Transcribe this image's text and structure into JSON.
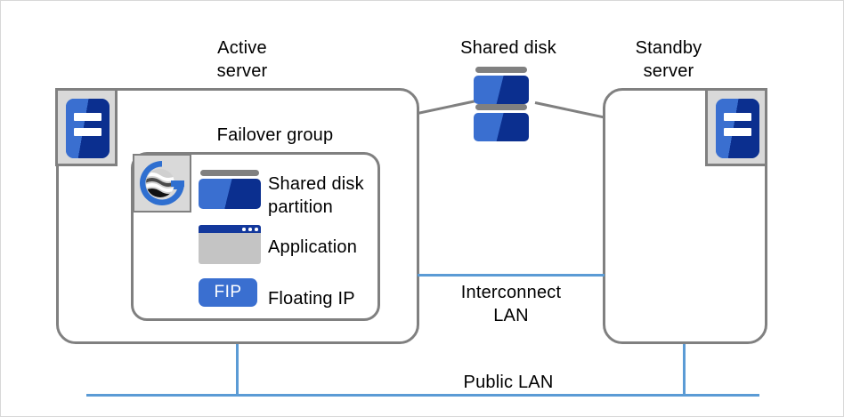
{
  "diagram": {
    "title_active_server": "Active\nserver",
    "title_standby_server": "Standby\nserver",
    "title_shared_disk": "Shared disk",
    "label_failover_group": "Failover group",
    "label_interconnect_lan": "Interconnect\nLAN",
    "label_public_lan": "Public  LAN"
  },
  "resources": [
    {
      "key": "shared-disk-partition",
      "label": "Shared  disk\npartition",
      "icon": "disk-icon"
    },
    {
      "key": "application",
      "label": "Application",
      "icon": "application-window-icon"
    },
    {
      "key": "floating-ip",
      "label": "Floating IP",
      "icon": "fip-chip-icon",
      "chip_text": "FIP"
    }
  ],
  "colors": {
    "accent_blue": "#3a6fd0",
    "deep_blue": "#0b2f8f",
    "lan_blue": "#5b9bd5",
    "outline_gray": "#808080",
    "frame_fill": "#d9d9d9",
    "app_gray": "#c4c4c4",
    "text": "#000000",
    "background": "#ffffff"
  }
}
